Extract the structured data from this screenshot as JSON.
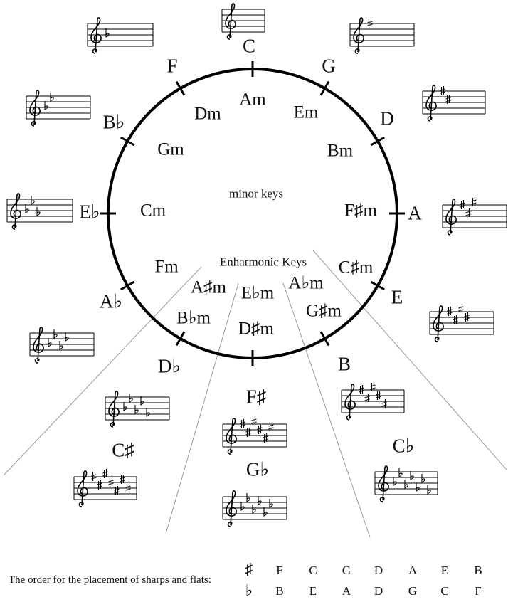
{
  "center_label": "minor keys",
  "enharmonic_label": "Enharmonic Keys",
  "major_keys": [
    {
      "name": "C",
      "accidental": "none",
      "count": 0
    },
    {
      "name": "G",
      "accidental": "sharp",
      "count": 1
    },
    {
      "name": "D",
      "accidental": "sharp",
      "count": 2
    },
    {
      "name": "A",
      "accidental": "sharp",
      "count": 3
    },
    {
      "name": "E",
      "accidental": "sharp",
      "count": 4
    },
    {
      "name": "B",
      "accidental": "sharp",
      "count": 5
    },
    {
      "name": "F♯",
      "accidental": "sharp",
      "count": 6
    },
    {
      "name": "C♯",
      "accidental": "sharp",
      "count": 7
    },
    {
      "name": "C♭",
      "accidental": "flat",
      "count": 7
    },
    {
      "name": "G♭",
      "accidental": "flat",
      "count": 6
    },
    {
      "name": "D♭",
      "accidental": "flat",
      "count": 5
    },
    {
      "name": "A♭",
      "accidental": "flat",
      "count": 4
    },
    {
      "name": "E♭",
      "accidental": "flat",
      "count": 3
    },
    {
      "name": "B♭",
      "accidental": "flat",
      "count": 2
    },
    {
      "name": "F",
      "accidental": "flat",
      "count": 1
    }
  ],
  "minor_keys": [
    "Am",
    "Em",
    "Bm",
    "F♯m",
    "C♯m",
    "G♯m",
    "A♭m",
    "D♯m",
    "E♭m",
    "A♯m",
    "B♭m",
    "Fm",
    "Cm",
    "Gm",
    "Dm"
  ],
  "order": {
    "label": "The order for the placement of sharps and flats:",
    "sharp_symbol": "♯",
    "flat_symbol": "♭",
    "sharps": [
      "F",
      "C",
      "G",
      "D",
      "A",
      "E",
      "B"
    ],
    "flats": [
      "B",
      "E",
      "A",
      "D",
      "G",
      "C",
      "F"
    ]
  }
}
